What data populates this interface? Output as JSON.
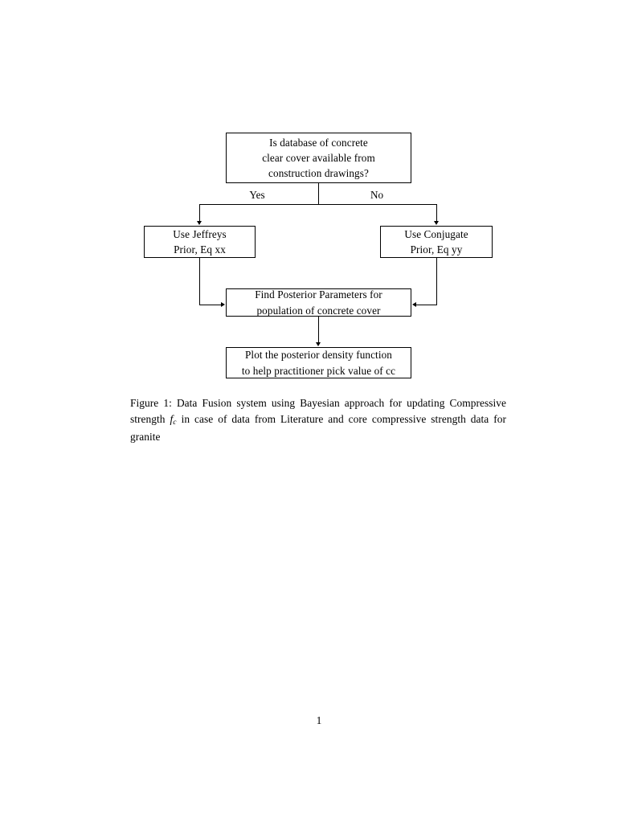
{
  "document": {
    "page_number": "1",
    "background_color": "#ffffff",
    "ink_color": "#000000"
  },
  "figure": {
    "nodes": {
      "decision": {
        "lines": [
          "Is database of concrete",
          "clear cover available from",
          "construction drawings?"
        ]
      },
      "jeffreys": {
        "lines": [
          "Use Jeffreys",
          "Prior, Eq xx"
        ]
      },
      "conjugate": {
        "lines": [
          "Use Conjugate",
          "Prior, Eq yy"
        ]
      },
      "posterior": {
        "lines": [
          "Find Posterior Parameters for",
          "population of concrete cover"
        ]
      },
      "plot": {
        "lines": [
          "Plot the posterior density function",
          "to help practitioner pick value of cc"
        ]
      }
    },
    "branch_labels": {
      "yes": "Yes",
      "no": "No"
    }
  },
  "caption": {
    "label": "Figure 1:",
    "text_part_1": "Data Fusion system using Bayesian approach for updating Compressive strength",
    "math_symbol": "f",
    "math_subscript": "c",
    "text_part_2": "in case of data from Literature and core compressive strength data for granite",
    "full_text": "Figure 1: Data Fusion system using Bayesian approach for updating Compressive strength f_c in case of data from Literature and core compressive strength data for granite"
  }
}
